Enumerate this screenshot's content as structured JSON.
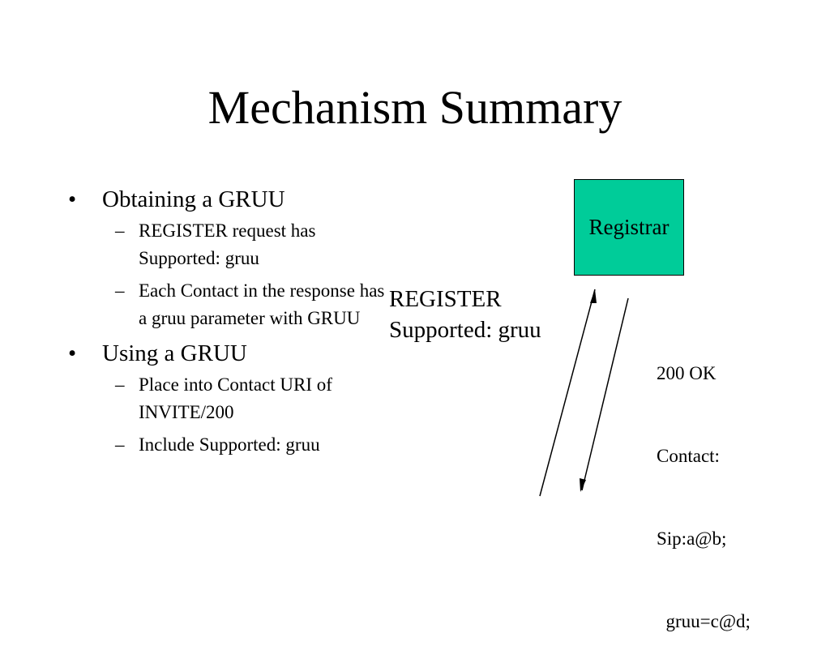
{
  "slide": {
    "title": "Mechanism Summary"
  },
  "bullets": [
    {
      "glyph": "•",
      "text": "Obtaining a GRUU",
      "subs": [
        {
          "glyph": "–",
          "text": "REGISTER request has Supported: gruu"
        },
        {
          "glyph": "–",
          "text": "Each Contact in the response has a gruu parameter with GRUU"
        }
      ]
    },
    {
      "glyph": "•",
      "text": "Using a GRUU",
      "subs": [
        {
          "glyph": "–",
          "text": "Place into Contact URI of INVITE/200"
        },
        {
          "glyph": "–",
          "text": "Include Supported: gruu"
        }
      ]
    }
  ],
  "diagram": {
    "registrar_label": "Registrar",
    "registrar_color": "#00cc99",
    "request_lines": [
      "REGISTER",
      "Supported: gruu"
    ],
    "response_lines": [
      "200 OK",
      "Contact:",
      "Sip:a@b;",
      "  gruu=c@d;"
    ]
  }
}
